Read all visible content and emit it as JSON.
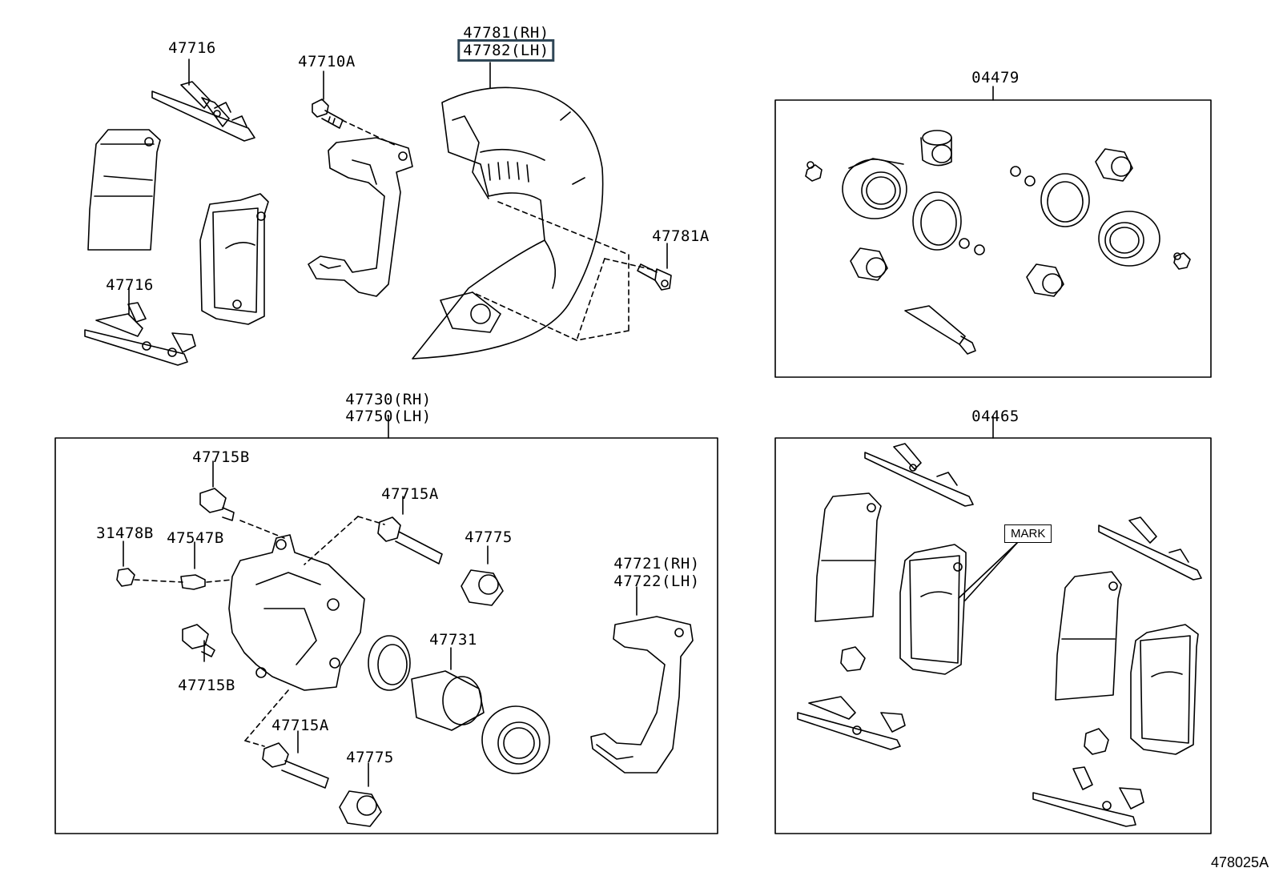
{
  "labels": {
    "pad_fitting_upper": "47716",
    "pad_fitting_lower": "47716",
    "mounting_bolt": "47710A",
    "dust_cover_rh": "47781(RH)",
    "dust_cover_lh": "47782(LH)",
    "dust_cover_bolt": "47781A",
    "cylinder_kit": "04479",
    "caliper_rh": "47730(RH)",
    "caliper_lh": "47750(LH)",
    "pad_kit": "04465",
    "bleeder_upper": "47715B",
    "bleeder_lower": "47715B",
    "slide_pin_upper": "47715A",
    "slide_pin_lower": "47715A",
    "cap": "31478B",
    "bleeder_plug": "47547B",
    "boot_upper": "47775",
    "boot_lower": "47775",
    "piston": "47731",
    "mounting_rh": "47721(RH)",
    "mounting_lh": "47722(LH)",
    "mark": "MARK",
    "figure_number": "478025A"
  },
  "highlighted_part": "47782(LH)"
}
